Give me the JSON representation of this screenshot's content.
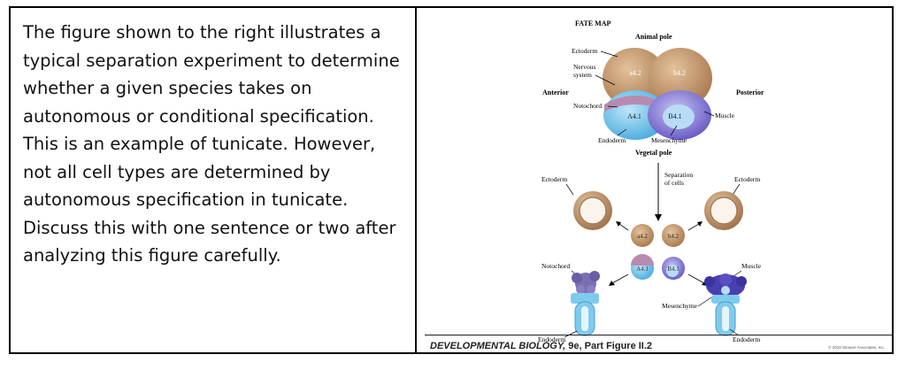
{
  "question": {
    "text": "The figure shown to the right illustrates a typical separation experiment to determine whether a given species takes on autonomous or conditional specification.  This is an example of tunicate. However, not all cell types are determined by autonomous specification in tunicate.  Discuss this with one sentence or two after analyzing this figure carefully."
  },
  "figure": {
    "title": "FATE MAP",
    "animal_pole": "Animal pole",
    "vegetal_pole": "Vegetal pole",
    "anterior": "Anterior",
    "posterior": "Posterior",
    "labels": {
      "ectoderm": "Ectoderm",
      "nervous": "Nervous",
      "system": "system",
      "notochord": "Notochord",
      "endoderm": "Endoderm",
      "mesenchyme": "Mesenchyme",
      "muscle": "Muscle"
    },
    "cells": {
      "a42": "a4.2",
      "b42": "b4.2",
      "A41": "A4.1",
      "B41": "B4.1"
    },
    "separation_1": "Separation",
    "separation_2": "of cells",
    "caption_italic": "DEVELOPMENTAL BIOLOGY,",
    "caption_rest": " 9e, Part Figure II.2",
    "copyright": "© 2010 Sinauer Associates, Inc.",
    "colors": {
      "tan": "#c79a6c",
      "blue": "#6fc3ea",
      "purple": "#6a5fc8",
      "mauve": "#b98ab0"
    }
  }
}
